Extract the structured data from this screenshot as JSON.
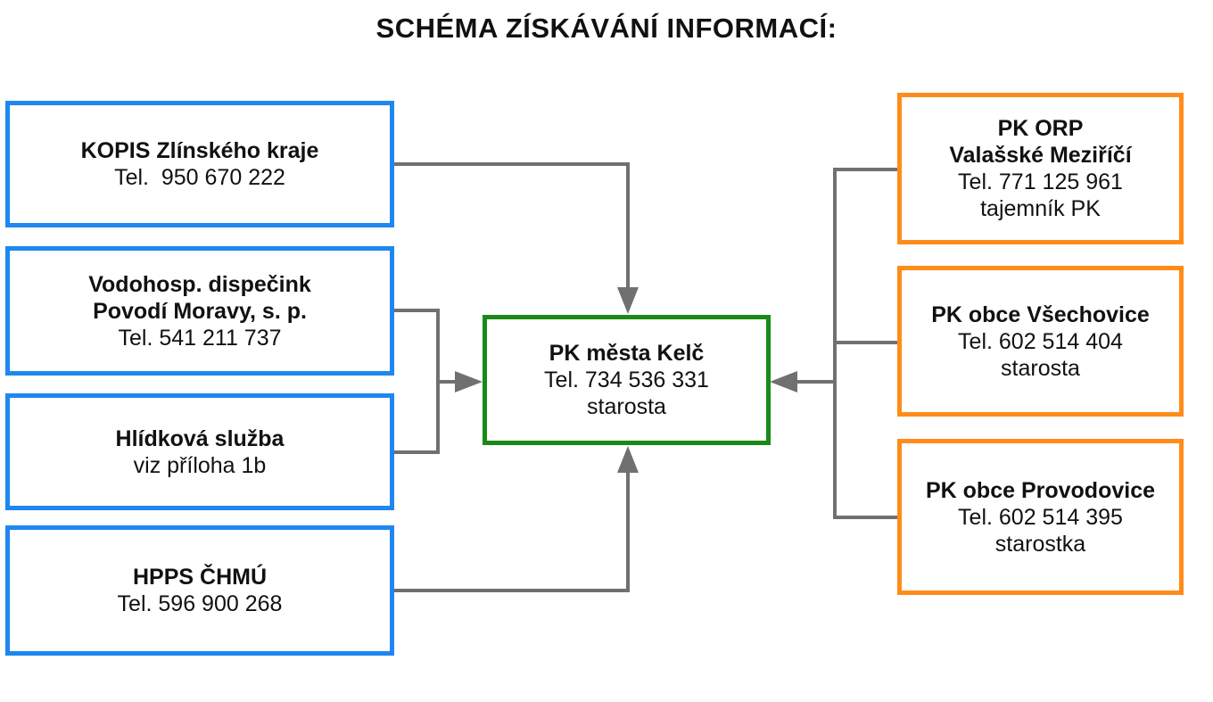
{
  "title": "SCHÉMA ZÍSKÁVÁNÍ INFORMACÍ:",
  "colors": {
    "sources_border": "#1e87f0",
    "neighbors_border": "#ff8c1a",
    "center_border": "#188a18",
    "connector": "#707070"
  },
  "center": {
    "name": "PK města Kelč",
    "phone": "Tel. 734 536 331",
    "role": "starosta"
  },
  "sources": [
    {
      "name_lines": [
        "KOPIS Zlínského kraje"
      ],
      "detail_lines": [
        "Tel.  950 670 222"
      ]
    },
    {
      "name_lines": [
        "Vodohosp. dispečink",
        "Povodí Moravy, s. p."
      ],
      "detail_lines": [
        "Tel. 541 211 737"
      ]
    },
    {
      "name_lines": [
        "Hlídková služba"
      ],
      "detail_lines": [
        "viz příloha 1b"
      ]
    },
    {
      "name_lines": [
        "HPPS ČHMÚ"
      ],
      "detail_lines": [
        "Tel. 596 900 268"
      ]
    }
  ],
  "neighbors": [
    {
      "name_lines": [
        "PK ORP",
        "Valašské Meziříčí"
      ],
      "detail_lines": [
        "Tel. 771 125 961",
        "tajemník PK"
      ]
    },
    {
      "name_lines": [
        "PK obce Všechovice"
      ],
      "detail_lines": [
        "Tel. 602 514 404",
        "starosta"
      ]
    },
    {
      "name_lines": [
        "PK obce Provodovice"
      ],
      "detail_lines": [
        "Tel. 602 514 395",
        "starostka"
      ]
    }
  ]
}
